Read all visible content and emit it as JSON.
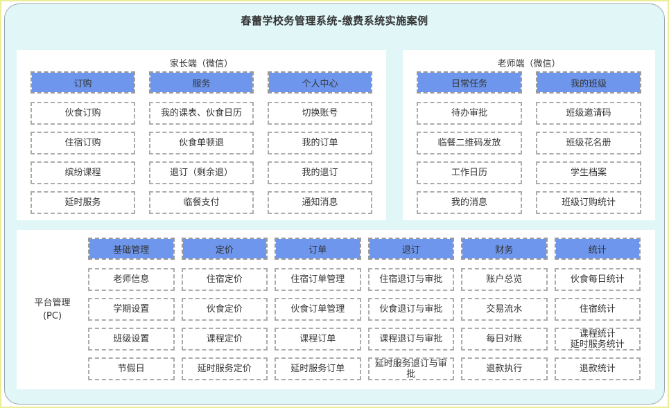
{
  "title": "春蕾学校务管理系统-缴费系统实施案例",
  "colors": {
    "accent_blue": "#6d96ec",
    "canvas_bg": "#e0f6f7",
    "frame_border": "#ebee96",
    "inner_border": "#9aa6ad",
    "header_dash": "#9a9a9a",
    "item_dash": "#ababab",
    "text": "#333333"
  },
  "panels": {
    "parent": {
      "title": "家长端（微信）",
      "columns": [
        {
          "header": "订购",
          "items": [
            "伙食订购",
            "住宿订购",
            "缤纷课程",
            "延时服务"
          ]
        },
        {
          "header": "服务",
          "items": [
            "我的课表、伙食日历",
            "伙食单顿退",
            "退订（剩余退）",
            "临餐支付"
          ]
        },
        {
          "header": "个人中心",
          "items": [
            "切换账号",
            "我的订单",
            "我的退订",
            "通知消息"
          ]
        }
      ]
    },
    "teacher": {
      "title": "老师端（微信）",
      "columns": [
        {
          "header": "日常任务",
          "items": [
            "待办审批",
            "临餐二维码发放",
            "工作日历",
            "我的消息"
          ]
        },
        {
          "header": "我的班级",
          "items": [
            "班级邀请码",
            "班级花名册",
            "学生档案",
            "班级订购统计"
          ]
        }
      ]
    },
    "platform": {
      "title": "平台管理\n(PC)",
      "columns": [
        {
          "header": "基础管理",
          "items": [
            "老师信息",
            "学期设置",
            "班级设置",
            "节假日"
          ]
        },
        {
          "header": "定价",
          "items": [
            "住宿定价",
            "伙食定价",
            "课程定价",
            "延时服务定价"
          ]
        },
        {
          "header": "订单",
          "items": [
            "住宿订单管理",
            "伙食订单管理",
            "课程订单",
            "延时服务订单"
          ]
        },
        {
          "header": "退订",
          "items": [
            "住宿退订与审批",
            "伙食退订与审批",
            "课程退订与审批",
            "延时服务退订与审批"
          ]
        },
        {
          "header": "财务",
          "items": [
            "账户总览",
            "交易流水",
            "每日对账",
            "退款执行"
          ]
        },
        {
          "header": "统计",
          "items": [
            "伙食每日统计",
            "住宿统计",
            "课程统计\n延时服务统计",
            "退款统计"
          ]
        }
      ]
    }
  }
}
